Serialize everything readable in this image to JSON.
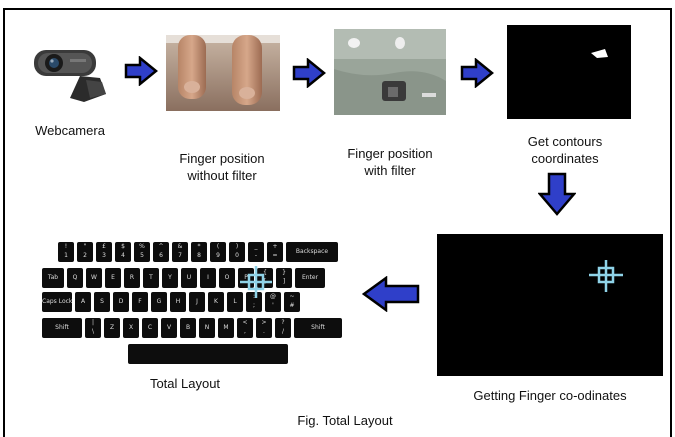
{
  "labels": {
    "webcam": "Webcamera",
    "finger_no_filter": "Finger position\nwithout filter",
    "finger_with_filter": "Finger position\nwith filter",
    "contours": "Get contours\ncoordinates",
    "getting_finger": "Getting Finger co-odinates",
    "total_layout": "Total Layout",
    "caption": "Fig. Total Layout"
  },
  "keyboard": {
    "row0": [
      "!\n1",
      "\"\n2",
      "£\n3",
      "$\n4",
      "%\n5",
      "^\n6",
      "&\n7",
      "*\n8",
      "(\n9",
      ")\n0",
      "_\n-",
      "+\n=",
      "Backspace"
    ],
    "row1": [
      "Tab",
      "Q",
      "W",
      "E",
      "R",
      "T",
      "Y",
      "U",
      "I",
      "O",
      "P",
      "{\n[",
      "}\n]",
      "Enter"
    ],
    "row2": [
      "Caps Lock",
      "A",
      "S",
      "D",
      "F",
      "G",
      "H",
      "J",
      "K",
      "L",
      ":\n;",
      "@\n'",
      "~\n#"
    ],
    "row3": [
      "Shift",
      "|\n\\",
      "Z",
      "X",
      "C",
      "V",
      "B",
      "N",
      "M",
      "<\n,",
      ">\n.",
      "?\n/",
      "Shift"
    ]
  },
  "colors": {
    "arrow": "#2f3fc9",
    "arrow_outline": "#000000",
    "crosshair": "#8fd3e8"
  }
}
